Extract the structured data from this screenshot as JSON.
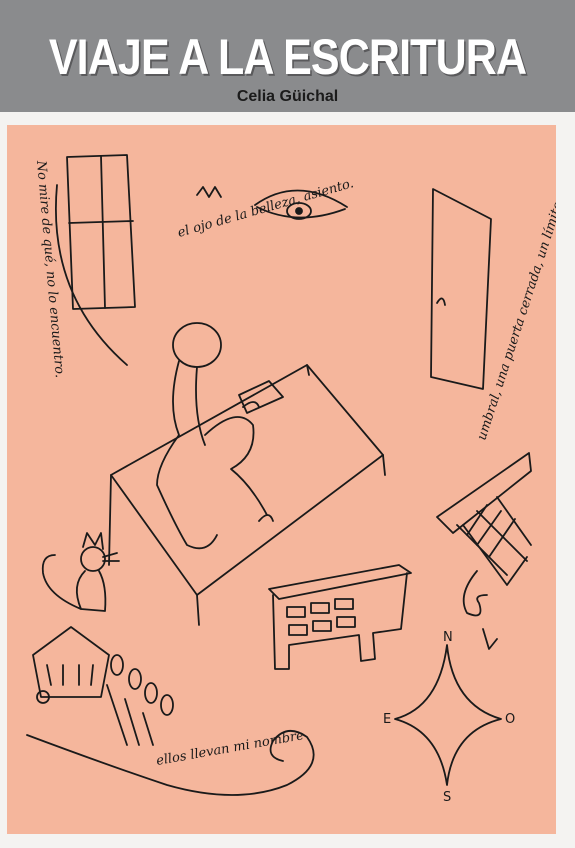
{
  "cover": {
    "title": "VIAJE A LA ESCRITURA",
    "author": "Celia Güichal"
  },
  "colors": {
    "header_band": "#8a8b8d",
    "artwork_background": "#f5b69c",
    "ink": "#1a1a1a",
    "page": "#f4f3f1"
  },
  "drawing": {
    "handwriting_left": "No mire de qué, no lo encuentro.",
    "handwriting_top": "el ojo de la belleza, asiento.",
    "handwriting_right": "umbral, una puerta cerrada, un límite, una frontera, todo",
    "handwriting_bottom": "ellos llevan mi nombre",
    "compass": {
      "north": "N",
      "east": "E",
      "west": "O",
      "south": "S"
    }
  }
}
